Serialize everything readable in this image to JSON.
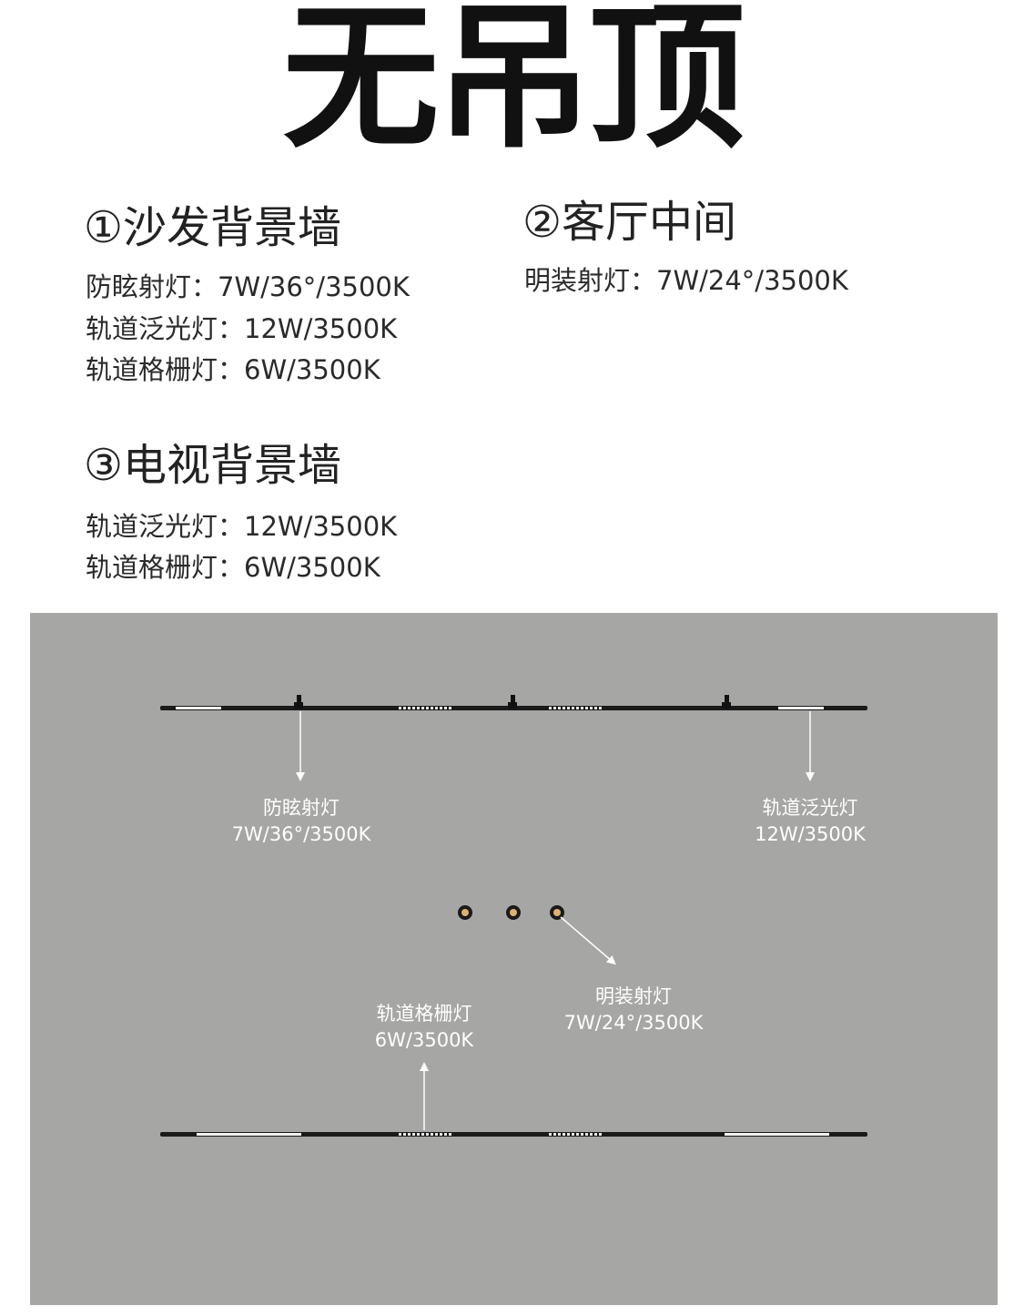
{
  "title": "无吊顶",
  "sections": {
    "sofa": {
      "heading": "①沙发背景墙",
      "specs": [
        "防眩射灯：7W/36°/3500K",
        "轨道泛光灯：12W/3500K",
        "轨道格栅灯：6W/3500K"
      ]
    },
    "living": {
      "heading": "②客厅中间",
      "specs": [
        "明装射灯：7W/24°/3500K"
      ]
    },
    "tv": {
      "heading": "③电视背景墙",
      "specs": [
        "轨道泛光灯：12W/3500K",
        "轨道格栅灯：6W/3500K"
      ]
    }
  },
  "diagram": {
    "background_color": "#a6a6a4",
    "labels": {
      "antiglare": {
        "name": "防眩射灯",
        "spec": "7W/36°/3500K"
      },
      "flood": {
        "name": "轨道泛光灯",
        "spec": "12W/3500K"
      },
      "grille": {
        "name": "轨道格栅灯",
        "spec": "6W/3500K"
      },
      "surface": {
        "name": "明装射灯",
        "spec": "7W/24°/3500K"
      }
    }
  }
}
